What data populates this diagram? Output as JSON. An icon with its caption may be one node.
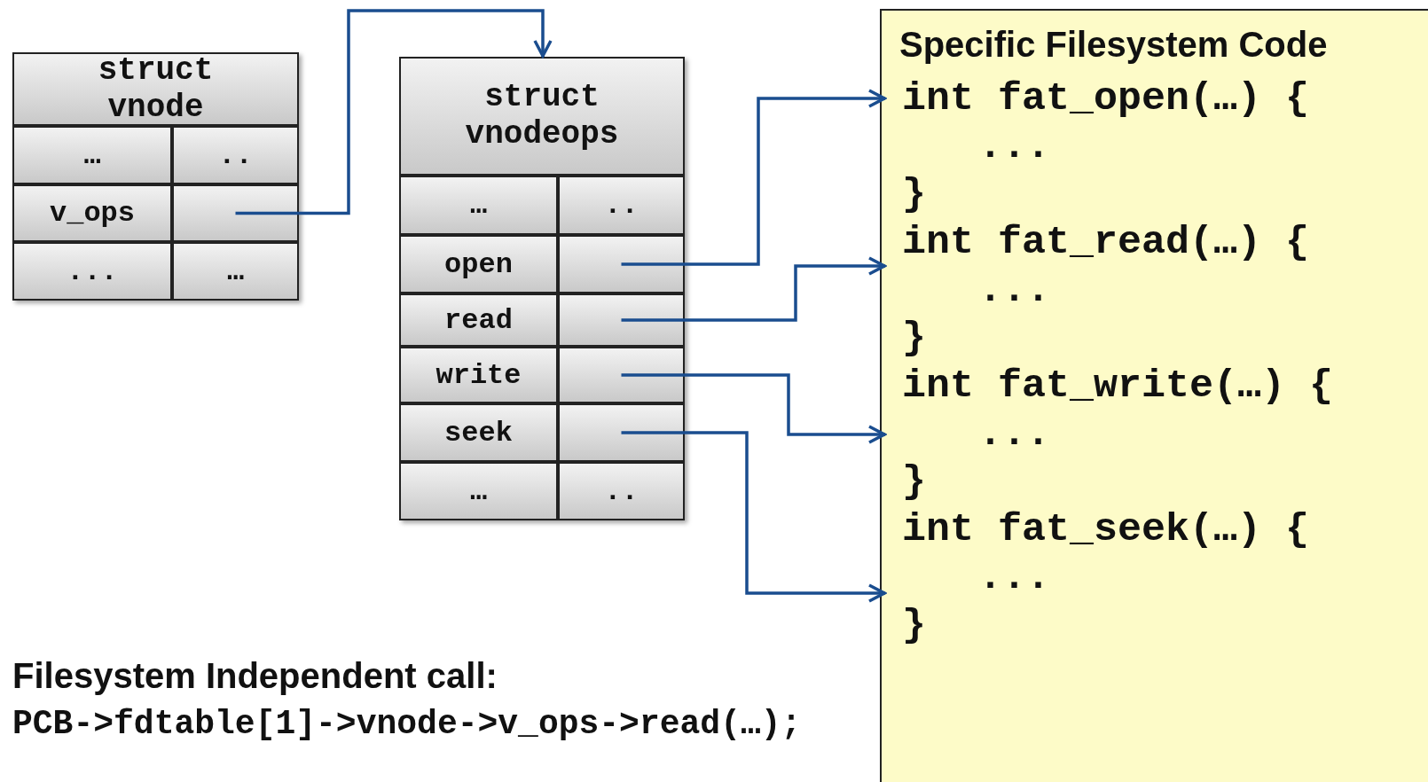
{
  "diagram": {
    "nodes": [
      {
        "text": [
          "struct vnode"
        ]
      },
      {
        "text": [
          "…"
        ],
        "in": 0
      },
      {
        "text": [
          ".."
        ],
        "in": 0
      },
      {
        "text": [
          "v_ops"
        ],
        "in": 0
      },
      {
        "text": [],
        "shape": "box",
        "in": 0
      },
      {
        "text": [
          "..."
        ],
        "in": 0
      },
      {
        "text": [
          "…"
        ],
        "in": 0
      },
      {
        "text": [
          "struct vnodeops"
        ]
      },
      {
        "text": [
          "…"
        ],
        "in": 7
      },
      {
        "text": [
          ".."
        ],
        "in": 7
      },
      {
        "text": [
          "open"
        ],
        "in": 7
      },
      {
        "text": [],
        "shape": "box",
        "in": 7
      },
      {
        "text": [
          "read"
        ],
        "in": 7
      },
      {
        "text": [],
        "shape": "box",
        "in": 7
      },
      {
        "text": [
          "write"
        ],
        "in": 7
      },
      {
        "text": [],
        "shape": "box",
        "in": 7
      },
      {
        "text": [
          "seek"
        ],
        "in": 7
      },
      {
        "text": [],
        "shape": "box",
        "in": 7
      },
      {
        "text": [
          "…"
        ],
        "in": 7
      },
      {
        "text": [
          ".."
        ],
        "in": 7
      },
      {
        "text": [
          "Specific Filesystem Code"
        ]
      },
      {
        "text": [
          "int fat_open(…) {",
          "...",
          "}"
        ],
        "in": 20
      },
      {
        "text": [
          "int fat_read(…) {",
          "...",
          "}"
        ],
        "in": 20
      },
      {
        "text": [
          "int fat_write(…) {",
          "...",
          "}"
        ],
        "in": 20
      },
      {
        "text": [
          "int fat_seek(…) {",
          "...",
          "}"
        ],
        "in": 20
      }
    ],
    "edges": [
      {
        "from": 4,
        "to": 7,
        "arrow": "to"
      },
      {
        "from": 11,
        "to": 21,
        "arrow": "to"
      },
      {
        "from": 13,
        "to": 22,
        "arrow": "to"
      },
      {
        "from": 15,
        "to": 23,
        "arrow": "to"
      },
      {
        "from": 17,
        "to": 24,
        "arrow": "to"
      }
    ],
    "labels": [
      "Filesystem Independent call:",
      "PCB->fdtable[1]->vnode->v_ops->read(…);"
    ]
  }
}
